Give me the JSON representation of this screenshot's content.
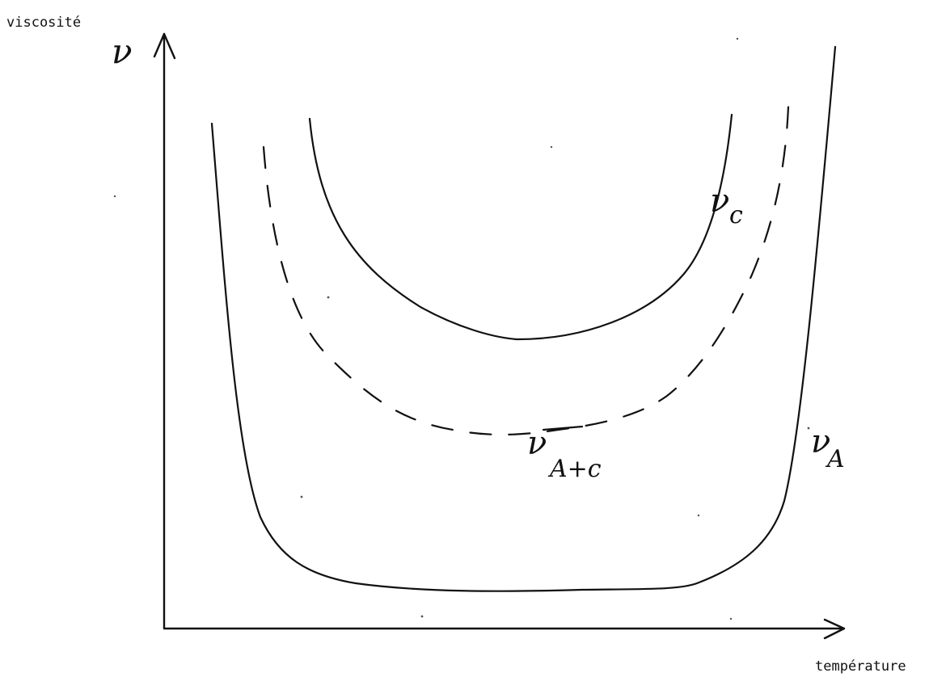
{
  "axes": {
    "y_label": "viscosité",
    "y_symbol": "ν",
    "x_label": "température"
  },
  "curves": [
    {
      "id": "nu_c",
      "symbol": "ν",
      "subscript": "c",
      "style": "solid"
    },
    {
      "id": "nu_atc",
      "symbol": "ν",
      "subscript": "A+c",
      "style": "dashed"
    },
    {
      "id": "nu_a",
      "symbol": "ν",
      "subscript": "A",
      "style": "solid"
    }
  ]
}
